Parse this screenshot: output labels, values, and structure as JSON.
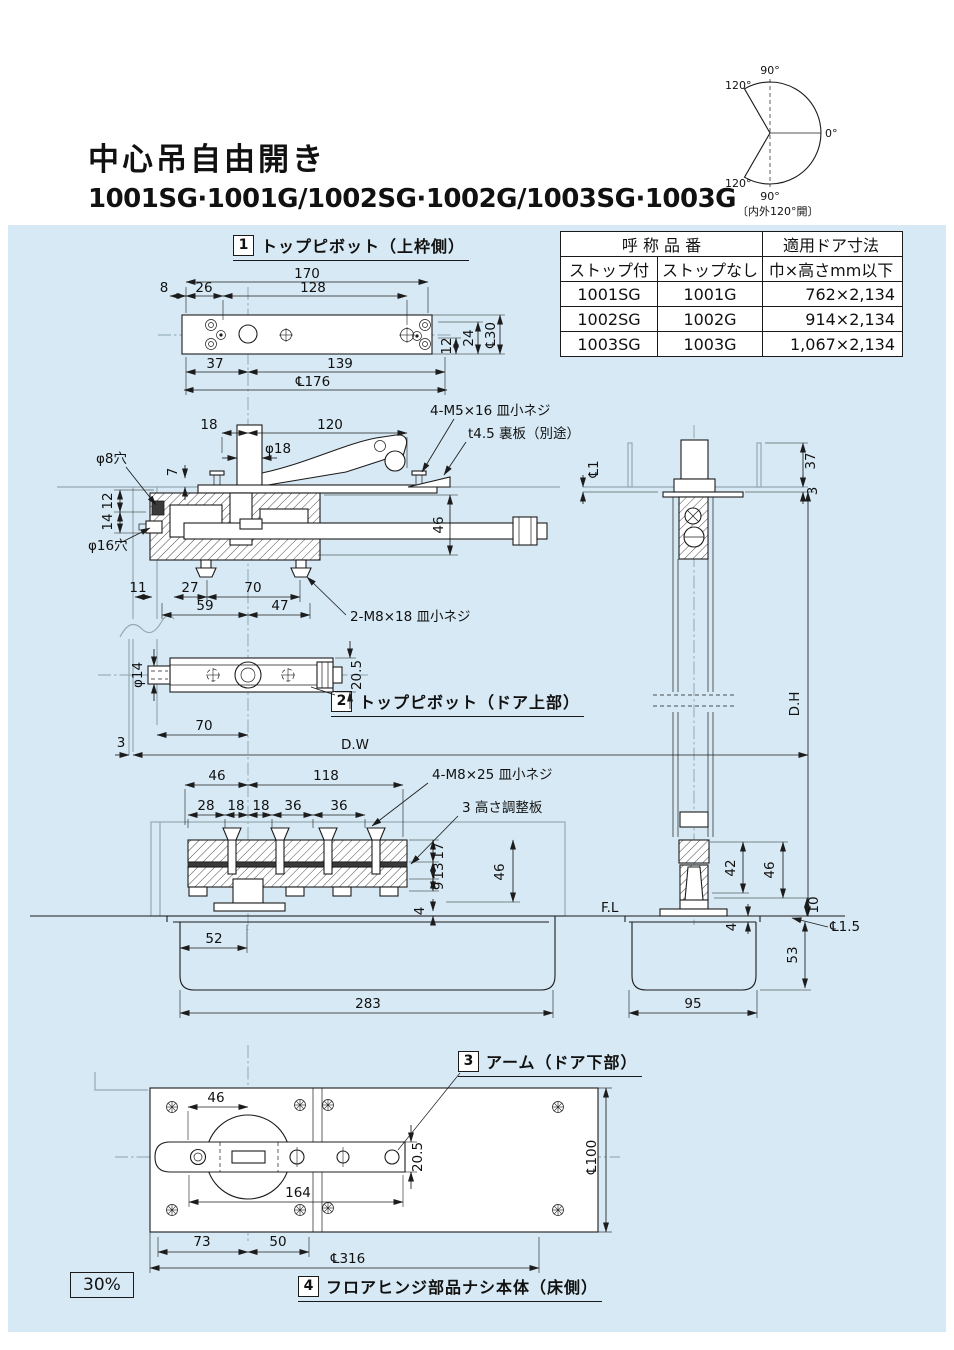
{
  "header": {
    "title": "中心吊自由開き",
    "models": "1001SG·1001G/1002SG·1002G/1003SG·1003G"
  },
  "angle_diagram": {
    "top": "90°",
    "upper_left": "120°",
    "right": "0°",
    "lower_left": "120°",
    "bottom": "90°",
    "caption": "〔内外120°開〕"
  },
  "spec_table": {
    "col_name_header": "呼 称 品 番",
    "col_size_header": "適用ドア寸法",
    "sub_headers": [
      "ストップ付",
      "ストップなし",
      "巾×高さmm以下"
    ],
    "rows": [
      [
        "1001SG",
        "1001G",
        "762×2,134"
      ],
      [
        "1002SG",
        "1002G",
        "914×2,134"
      ],
      [
        "1003SG",
        "1003G",
        "1,067×2,134"
      ]
    ]
  },
  "callouts": {
    "c1_num": "1",
    "c1_label": "トップピボット（上枠側）",
    "c2_num": "2",
    "c2_label": "トップピボット（ドア上部）",
    "c3_num": "3",
    "c3_label": "アーム（ドア下部）",
    "c4_num": "4",
    "c4_label": "フロアヒンジ部品ナシ本体（床側）"
  },
  "scale_note": "30%",
  "top_pivot_frame": {
    "d170": "170",
    "d8": "8",
    "d26": "26",
    "d128": "128",
    "d12": "12",
    "d24": "24",
    "d30": "℄30",
    "d37": "37",
    "d139": "139",
    "d176": "℄176"
  },
  "main_section": {
    "d18": "18",
    "d120": "120",
    "phi18": "φ18",
    "d7": "7",
    "phi8_hole": "φ8穴",
    "d12": "12",
    "d14": "14",
    "phi16_hole": "φ16穴",
    "d46": "46",
    "screw_m5": "4-M5×16 皿小ネジ",
    "back_plate": "t4.5 裏板（別途）",
    "d11": "11",
    "d27": "27",
    "d70": "70",
    "d59": "59",
    "d47": "47",
    "screw_m8": "2-M8×18 皿小ネジ"
  },
  "door_pivot": {
    "phi14": "φ14",
    "d20_5": "20.5",
    "d70": "70",
    "d3": "3",
    "dw": "D.W"
  },
  "side_view": {
    "gap_top": "℄1",
    "d37": "37",
    "d3": "3",
    "dh": "D.H",
    "d42": "42",
    "d46": "46",
    "d10": "10",
    "fl": "F.L",
    "fl_offset": "℄1.5",
    "d4": "4",
    "d53": "53",
    "d95": "95"
  },
  "floor_body": {
    "d46": "46",
    "d118": "118",
    "screw_m8": "4-M8×25 皿小ネジ",
    "d28": "28",
    "d18a": "18",
    "d18b": "18",
    "d36a": "36",
    "d36b": "36",
    "adjust_plate": "3 高さ調整板",
    "d17": "17",
    "d13": "13",
    "d9": "9",
    "d4": "4",
    "d46r": "46",
    "d52": "52",
    "d283": "283"
  },
  "bottom_view": {
    "d46": "46",
    "d164": "164",
    "d20_5": "20.5",
    "d100": "℄100",
    "d73": "73",
    "d50": "50",
    "d316": "℄316"
  }
}
